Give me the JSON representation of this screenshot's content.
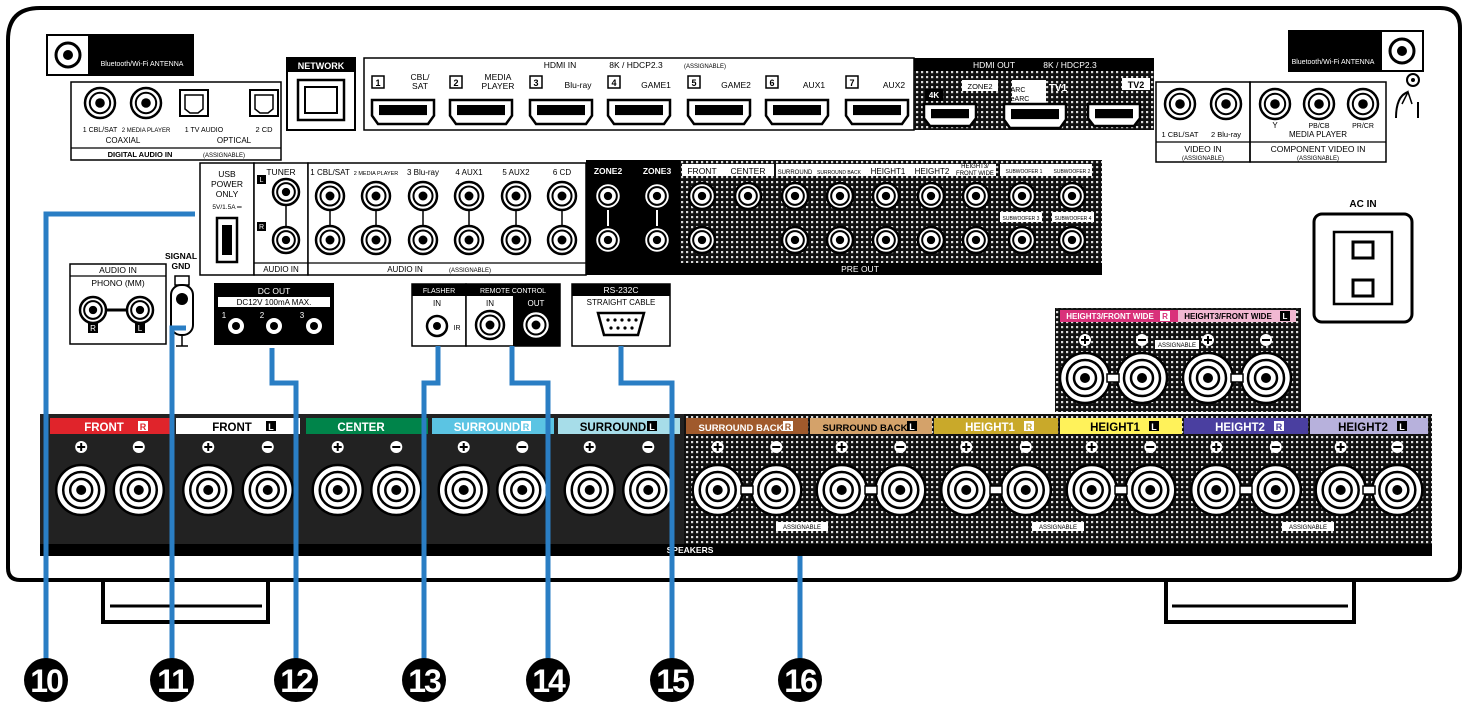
{
  "antenna_left": "Bluetooth/Wi-Fi ANTENNA",
  "antenna_right": "Bluetooth/Wi-Fi ANTENNA",
  "network": "NETWORK",
  "digital_audio": {
    "coaxial_1": "1 CBL/SAT",
    "coaxial_2": "2 MEDIA PLAYER",
    "coaxial": "COAXIAL",
    "optical_1": "1 TV AUDIO",
    "optical_2": "2 CD",
    "optical": "OPTICAL",
    "title": "DIGITAL AUDIO IN",
    "assignable": "(ASSIGNABLE)"
  },
  "hdmi_in": {
    "title": "HDMI IN",
    "spec": "8K / HDCP2.3",
    "assignable": "(ASSIGNABLE)",
    "ports": [
      {
        "num": "1",
        "label": "CBL/\nSAT"
      },
      {
        "num": "2",
        "label": "MEDIA\nPLAYER"
      },
      {
        "num": "3",
        "label": "Blu-ray"
      },
      {
        "num": "4",
        "label": "GAME1"
      },
      {
        "num": "5",
        "label": "GAME2"
      },
      {
        "num": "6",
        "label": "AUX1"
      },
      {
        "num": "7",
        "label": "AUX2"
      }
    ]
  },
  "hdmi_out": {
    "title": "HDMI OUT",
    "spec": "8K / HDCP2.3",
    "badge_4k": "4K",
    "zone2": "ZONE2",
    "arc": "ARC",
    "earc": "eARC",
    "tv1": "TV1",
    "tv2": "TV2"
  },
  "video_in": {
    "in1": "1 CBL/SAT",
    "in2": "2 Blu-ray",
    "title": "VIDEO IN",
    "assignable": "(ASSIGNABLE)"
  },
  "component": {
    "y": "Y",
    "pb": "PB/CB",
    "pr": "PR/CR",
    "source": "MEDIA PLAYER",
    "title": "COMPONENT VIDEO IN",
    "assignable": "(ASSIGNABLE)"
  },
  "usb": {
    "line1": "USB",
    "line2": "POWER",
    "line3": "ONLY",
    "spec": "5V/1.5A ═"
  },
  "tuner": "TUNER",
  "audio_in_tuner": "AUDIO IN",
  "audio_in": {
    "inputs": [
      "1 CBL/SAT",
      "2 MEDIA PLAYER",
      "3 Blu-ray",
      "4 AUX1",
      "5 AUX2",
      "6 CD"
    ],
    "title": "AUDIO IN",
    "assignable": "(ASSIGNABLE)"
  },
  "pre_out": {
    "zone2": "ZONE2",
    "zone3": "ZONE3",
    "front": "FRONT",
    "center": "CENTER",
    "surround": "SURROUND",
    "surround_back": "SURROUND BACK",
    "height1": "HEIGHT1",
    "height2": "HEIGHT2",
    "height3": "HEIGHT3/\nFRONT WIDE",
    "sub1": "SUBWOOFER 1",
    "sub2": "SUBWOOFER 2",
    "sub3": "SUBWOOFER 3",
    "sub4": "SUBWOOFER 4",
    "title": "PRE OUT"
  },
  "ac_in": "AC IN",
  "phono": {
    "title": "AUDIO IN",
    "sub": "PHONO (MM)",
    "r": "R",
    "l": "L"
  },
  "signal_gnd": {
    "line1": "SIGNAL",
    "line2": "GND"
  },
  "dc_out": {
    "title": "DC OUT",
    "spec": "DC12V 100mA MAX.",
    "ports": [
      "1",
      "2",
      "3"
    ]
  },
  "flasher": {
    "title": "FLASHER",
    "in": "IN",
    "ir": "IR"
  },
  "remote": {
    "title": "REMOTE CONTROL",
    "in": "IN",
    "out": "OUT"
  },
  "rs232c": {
    "title": "RS-232C",
    "sub": "STRAIGHT CABLE"
  },
  "height3_terms": {
    "r": "HEIGHT3/FRONT WIDE",
    "l": "HEIGHT3/FRONT WIDE",
    "assignable": "ASSIGNABLE"
  },
  "speakers": {
    "title": "SPEAKERS",
    "assignable": "ASSIGNABLE",
    "channels": [
      {
        "label": "FRONT",
        "side": "R",
        "color": "#e0242b"
      },
      {
        "label": "FRONT",
        "side": "L",
        "color": "#ffffff"
      },
      {
        "label": "CENTER",
        "side": "",
        "color": "#00844a"
      },
      {
        "label": "SURROUND",
        "side": "R",
        "color": "#5bc4e3"
      },
      {
        "label": "SURROUND",
        "side": "L",
        "color": "#a7dde9"
      },
      {
        "label": "SURROUND BACK",
        "side": "R",
        "color": "#a05a2c"
      },
      {
        "label": "SURROUND BACK",
        "side": "L",
        "color": "#d4a26a"
      },
      {
        "label": "HEIGHT1",
        "side": "R",
        "color": "#c9a92a"
      },
      {
        "label": "HEIGHT1",
        "side": "L",
        "color": "#fff25a"
      },
      {
        "label": "HEIGHT2",
        "side": "R",
        "color": "#4a3fa0"
      },
      {
        "label": "HEIGHT2",
        "side": "L",
        "color": "#b7b1dc"
      }
    ]
  },
  "callouts": [
    "10",
    "11",
    "12",
    "13",
    "14",
    "15",
    "16"
  ],
  "colors": {
    "callout_line": "#2a7ec4",
    "pink": "#d9317a",
    "speaker_dark": "#222222"
  }
}
